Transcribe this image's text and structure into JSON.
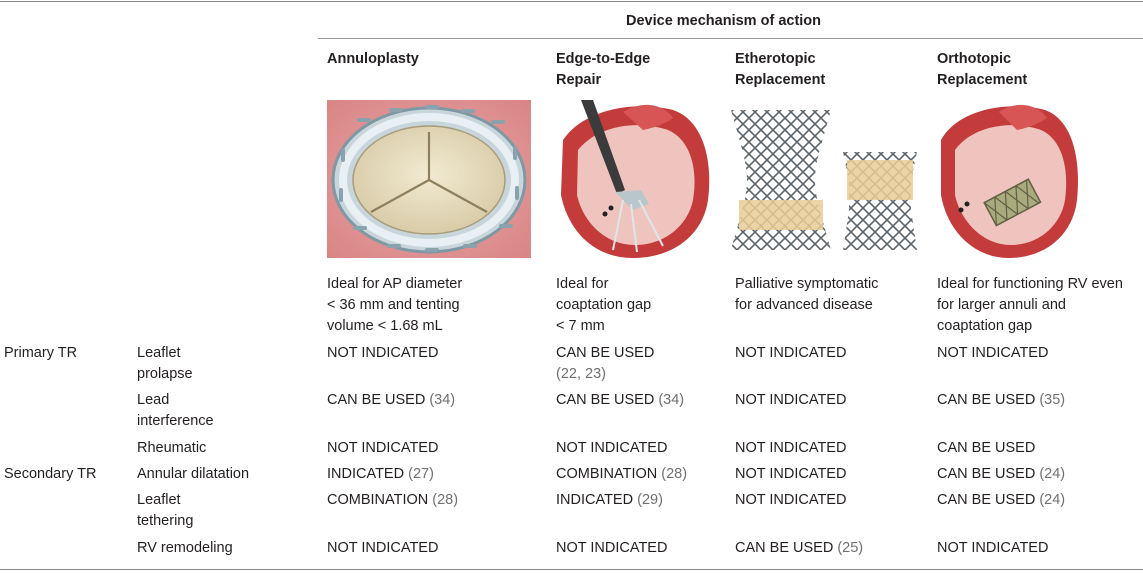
{
  "header": {
    "group_label": "Device mechanism of action",
    "columns": [
      {
        "line1": "Annuloplasty",
        "line2": ""
      },
      {
        "line1": "Edge-to-Edge",
        "line2": "Repair"
      },
      {
        "line1": "Etherotopic",
        "line2": "Replacement"
      },
      {
        "line1": "Orthotopic",
        "line2": "Replacement"
      }
    ]
  },
  "ideal": [
    [
      "Ideal for AP diameter",
      "< 36 mm and tenting",
      "volume < 1.68 mL"
    ],
    [
      "Ideal for",
      "coaptation gap",
      "< 7 mm"
    ],
    [
      "Palliative symptomatic",
      "for advanced disease",
      ""
    ],
    [
      "Ideal for functioning RV even",
      "for larger annuli and",
      "coaptation gap"
    ]
  ],
  "groups": [
    "Primary TR",
    "Secondary TR"
  ],
  "rows": [
    {
      "cat1": "Leaflet",
      "cat2": "prolapse",
      "cells": [
        {
          "text": "NOT INDICATED",
          "ref": ""
        },
        {
          "text": "CAN BE USED",
          "ref": "(22, 23)"
        },
        {
          "text": "NOT INDICATED",
          "ref": ""
        },
        {
          "text": "NOT INDICATED",
          "ref": ""
        }
      ]
    },
    {
      "cat1": "Lead",
      "cat2": "interference",
      "cells": [
        {
          "text": "CAN BE USED",
          "ref": "(34)"
        },
        {
          "text": "CAN BE USED",
          "ref": "(34)"
        },
        {
          "text": "NOT INDICATED",
          "ref": ""
        },
        {
          "text": "CAN BE USED",
          "ref": "(35)"
        }
      ]
    },
    {
      "cat1": "Rheumatic",
      "cat2": "",
      "cells": [
        {
          "text": "NOT INDICATED",
          "ref": ""
        },
        {
          "text": "NOT INDICATED",
          "ref": ""
        },
        {
          "text": "NOT INDICATED",
          "ref": ""
        },
        {
          "text": "CAN BE USED",
          "ref": ""
        }
      ]
    },
    {
      "cat1": "Annular dilatation",
      "cat2": "",
      "cells": [
        {
          "text": "INDICATED",
          "ref": "(27)"
        },
        {
          "text": "COMBINATION",
          "ref": "(28)"
        },
        {
          "text": "NOT INDICATED",
          "ref": ""
        },
        {
          "text": "CAN BE USED",
          "ref": "(24)"
        }
      ]
    },
    {
      "cat1": "Leaflet",
      "cat2": "tethering",
      "cells": [
        {
          "text": "COMBINATION",
          "ref": "(28)"
        },
        {
          "text": "INDICATED",
          "ref": "(29)"
        },
        {
          "text": "NOT INDICATED",
          "ref": ""
        },
        {
          "text": "CAN BE USED",
          "ref": "(24)"
        }
      ]
    },
    {
      "cat1": "RV remodeling",
      "cat2": "",
      "cells": [
        {
          "text": "NOT INDICATED",
          "ref": ""
        },
        {
          "text": "NOT INDICATED",
          "ref": ""
        },
        {
          "text": "CAN BE USED",
          "ref": "(25)"
        },
        {
          "text": "NOT INDICATED",
          "ref": ""
        }
      ]
    }
  ],
  "colors": {
    "rule": "#8a8a8a",
    "text": "#231f20",
    "ref": "#707070"
  }
}
